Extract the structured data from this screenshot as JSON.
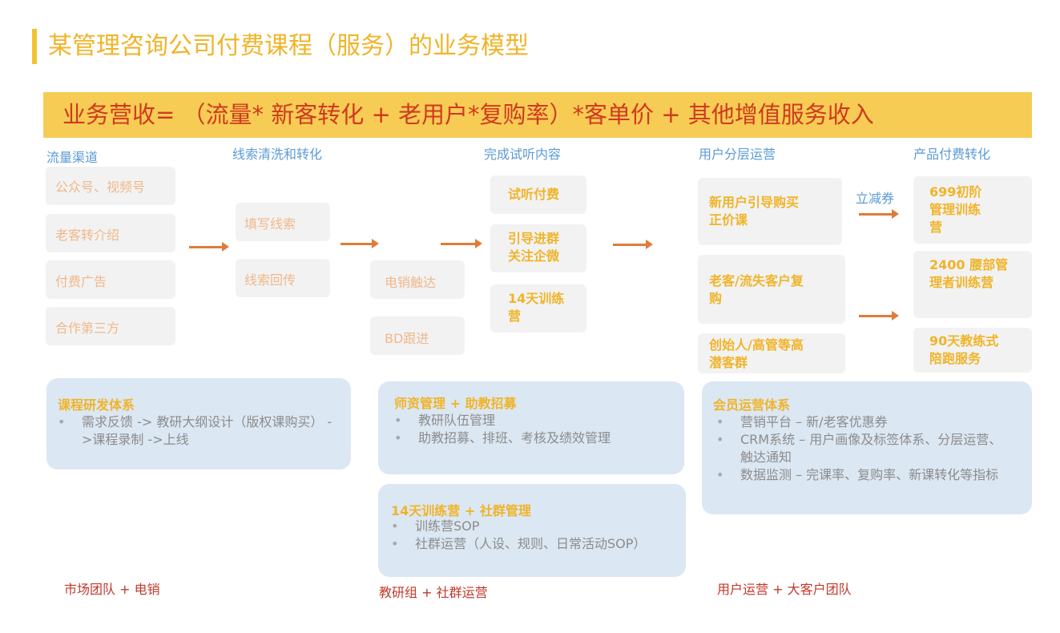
{
  "title": "某管理咨询公司付费课程（服务）的业务模型",
  "formula": "业务营收=  （流量* 新客转化  + 老用户*复购率）*客单价 + 其他增值服务收入",
  "columns": {
    "traffic": "流量渠道",
    "leads": "线索清洗和转化",
    "trial": "完成试听内容",
    "tier": "用户分层运营",
    "paid": "产品付费转化"
  },
  "traffic_items": [
    "公众号、视频号",
    "老客转介绍",
    "付费广告",
    "合作第三方"
  ],
  "lead_items": [
    "填写线索",
    "线索回传"
  ],
  "sales_items": [
    "电销触达",
    "BD跟进"
  ],
  "trial_items": [
    "试听付费",
    "引导进群\n关注企微",
    "14天训练\n营"
  ],
  "tier_items": [
    "新用户引导购买\n正价课",
    "老客/流失客户复\n购",
    "创始人/高管等高\n潜客群"
  ],
  "coupon_label": "立减券",
  "product_items": [
    "699初阶\n管理训练\n营",
    "2400 腰部管\n理者训练营",
    "90天教练式\n陪跑服务"
  ],
  "panels": {
    "course": {
      "title": "课程研发体系",
      "items": [
        "需求反馈 -> 教研大纲设计（版权课购买） ->课程录制 ->上线"
      ]
    },
    "teacher": {
      "title": "师资管理 + 助教招募",
      "items": [
        "教研队伍管理",
        "助教招募、排班、考核及绩效管理"
      ]
    },
    "camp": {
      "title": "14天训练营 + 社群管理",
      "items": [
        "训练营SOP",
        "社群运营（人设、规则、日常活动SOP）"
      ]
    },
    "member": {
      "title": "会员运营体系",
      "items": [
        "营销平台 – 新/老客优惠券",
        "CRM系统 – 用户画像及标签体系、分层运营、触达通知",
        "数据监测 – 完课率、复购率、新课转化等指标"
      ]
    }
  },
  "teams": {
    "market": "市场团队  + 电销",
    "research": "教研组 + 社群运营",
    "ops": "用户运营  + 大客户团队"
  },
  "colors": {
    "accent": "#f0b429",
    "formula_bg": "#f6cc55",
    "formula_text": "#d03a1e",
    "header_blue": "#5b9bd5",
    "arrow": "#e07b39",
    "panel_bg": "#dbe7f3",
    "team_red": "#c0392b"
  }
}
